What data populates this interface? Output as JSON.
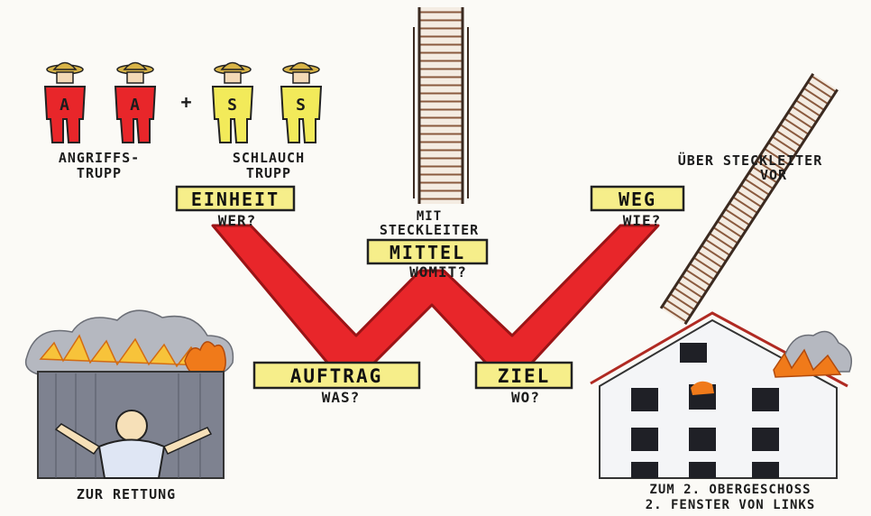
{
  "top_left": {
    "team_letters": [
      "A",
      "A",
      "S",
      "S"
    ],
    "plus": "+",
    "angriffs_line1": "ANGRIFFS-",
    "angriffs_line2": "TRUPP",
    "schlauch_line1": "SCHLAUCH",
    "schlauch_line2": "TRUPP"
  },
  "keywords": {
    "einheit": {
      "label": "EINHEIT",
      "question": "WER?"
    },
    "mittel": {
      "label": "MITTEL",
      "question": "WOMIT?",
      "detail_line1": "MIT",
      "detail_line2": "STECKLEITER"
    },
    "weg": {
      "label": "WEG",
      "question": "WIE?",
      "detail_line1": "ÜBER STECKLEITER",
      "detail_line2": "VOR"
    },
    "auftrag": {
      "label": "AUFTRAG",
      "question": "WAS?",
      "detail": "ZUR RETTUNG"
    },
    "ziel": {
      "label": "ZIEL",
      "question": "WO?",
      "detail_line1": "ZUM 2. OBERGESCHOSS",
      "detail_line2": "2. FENSTER VON LINKS"
    }
  },
  "colors": {
    "red": "#e8262a",
    "yellow": "#f2ea5a",
    "label_box": "#f6ee8a",
    "smoke": "#b5b8c0",
    "fire": "#f07a1a"
  }
}
